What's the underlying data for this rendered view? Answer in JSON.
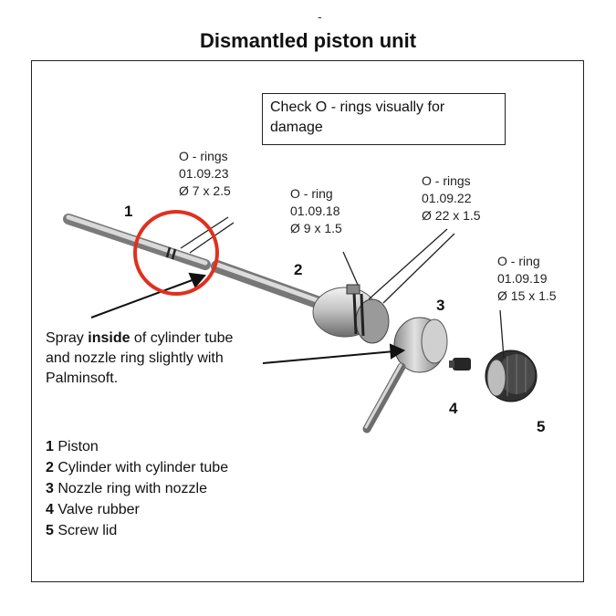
{
  "page": {
    "dash": "-",
    "title": "Dismantled piston unit"
  },
  "check_box": {
    "line1": "Check  O - rings visually for",
    "line2": "damage"
  },
  "oring_labels": [
    {
      "name": "O - rings",
      "code": "01.09.23",
      "size": "Ø 7 x 2.5"
    },
    {
      "name": "O - ring",
      "code": "01.09.18",
      "size": "Ø 9 x 1.5"
    },
    {
      "name": "O -  rings",
      "code": "01.09.22",
      "size": "Ø 22 x 1.5"
    },
    {
      "name": "O - ring",
      "code": "01.09.19",
      "size": "Ø 15 x 1.5"
    }
  ],
  "part_numbers": [
    "1",
    "2",
    "3",
    "4",
    "5"
  ],
  "spray_note": {
    "pre": "Spray ",
    "bold": "inside",
    "post": " of cylinder tube",
    "line2": "and nozzle ring slightly with",
    "line3": "Palminsoft."
  },
  "legend": [
    {
      "num": "1",
      "text": " Piston"
    },
    {
      "num": "2",
      "text": " Cylinder with cylinder tube"
    },
    {
      "num": "3",
      "text": " Nozzle ring with nozzle"
    },
    {
      "num": "4",
      "text": " Valve rubber"
    },
    {
      "num": "5",
      "text": " Screw lid"
    }
  ],
  "colors": {
    "highlight_circle": "#e0301e",
    "metal": "#b8b8b8"
  }
}
